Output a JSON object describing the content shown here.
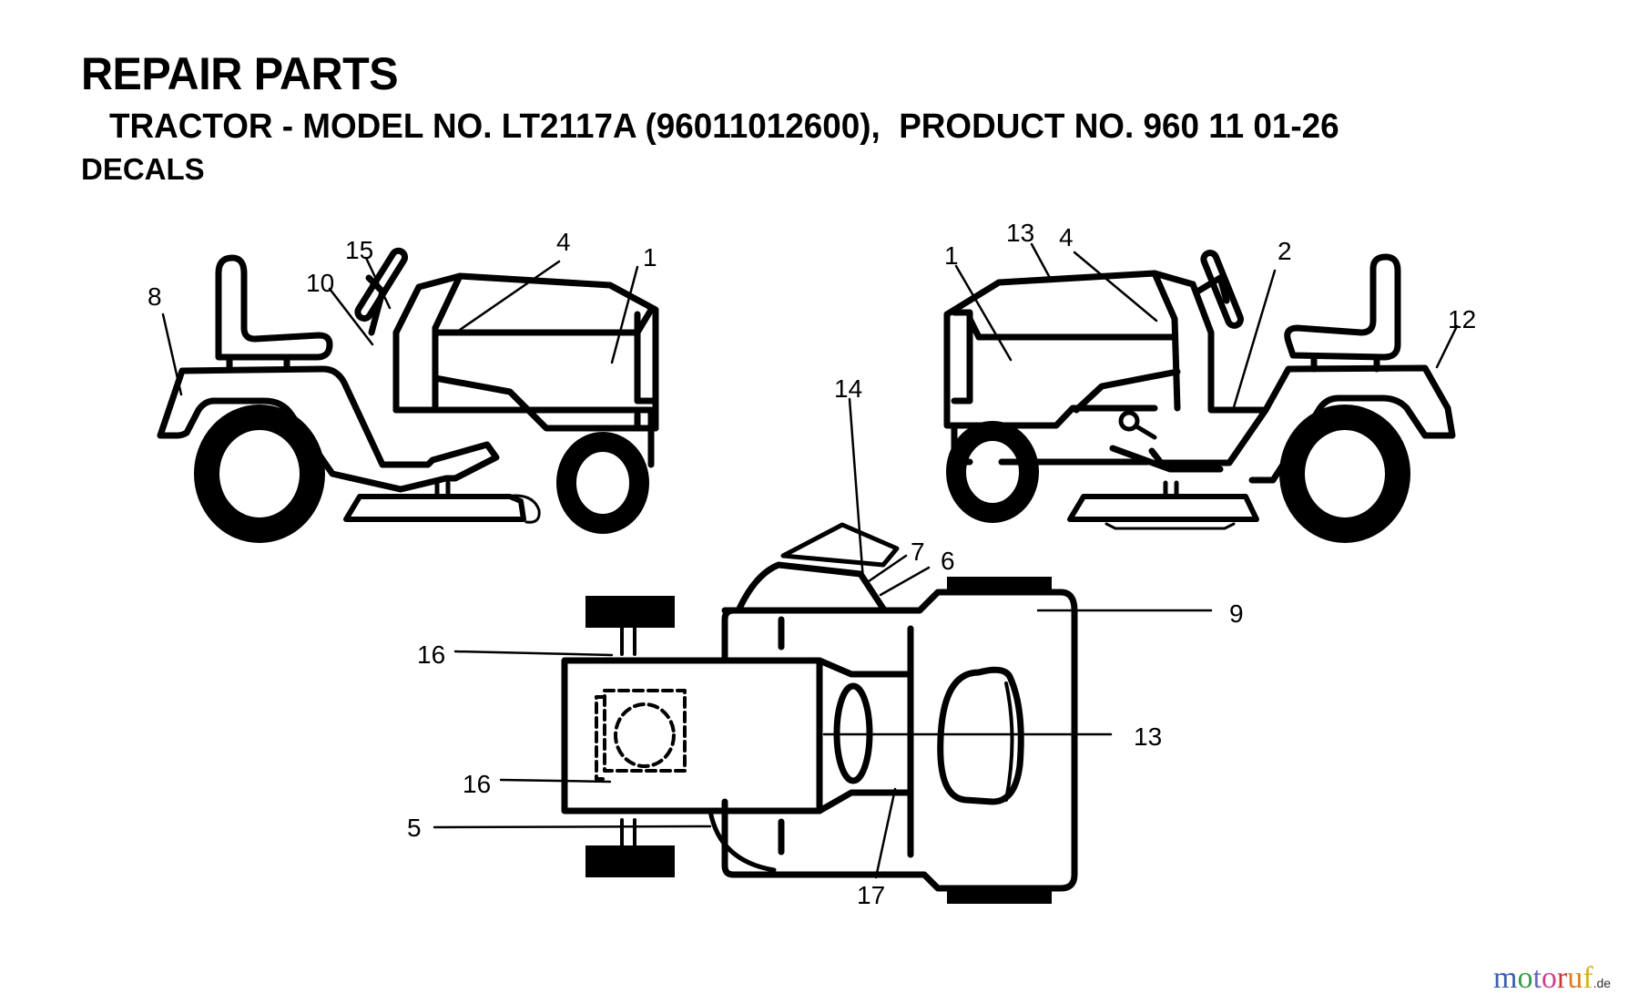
{
  "header": {
    "title": "REPAIR PARTS",
    "subtitle": "TRACTOR - MODEL NO. LT2117A (96011012600),  PRODUCT NO. 960 11 01-26",
    "section": "DECALS"
  },
  "diagram": {
    "left_view": {
      "callouts": [
        "8",
        "10",
        "15",
        "4",
        "1"
      ]
    },
    "right_view": {
      "callouts": [
        "1",
        "13",
        "4",
        "2",
        "12"
      ]
    },
    "top_view": {
      "callouts": [
        "14",
        "7",
        "6",
        "9",
        "16",
        "13",
        "16",
        "5",
        "17"
      ]
    }
  },
  "watermark": {
    "letters": [
      {
        "ch": "m",
        "color": "#3a5fa8"
      },
      {
        "ch": "o",
        "color": "#3a9a4a"
      },
      {
        "ch": "t",
        "color": "#6a6ab8"
      },
      {
        "ch": "o",
        "color": "#d0408a"
      },
      {
        "ch": "r",
        "color": "#c83a3a"
      },
      {
        "ch": "u",
        "color": "#e07a20"
      },
      {
        "ch": "f",
        "color": "#d8b020"
      }
    ],
    "suffix": ".de"
  }
}
